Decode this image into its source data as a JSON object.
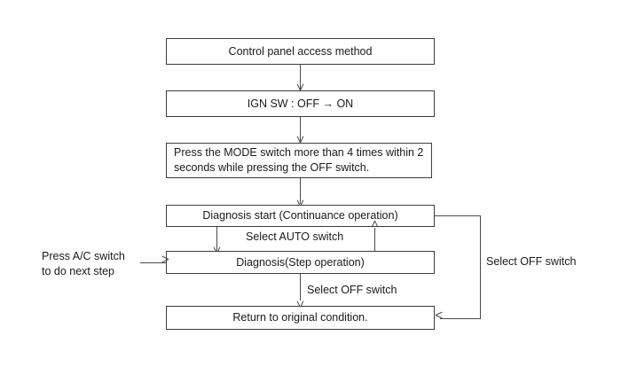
{
  "diagram": {
    "title": "Control panel access method flow",
    "background_color": "#ffffff",
    "line_color": "#4a4a4a",
    "box_border_color": "#3c3c3c",
    "text_color": "#1a1a1a",
    "nodes": [
      {
        "id": "control-panel-access-method",
        "label": "Control panel access method"
      },
      {
        "id": "ign-sw",
        "label": "IGN SW : OFF → ON"
      },
      {
        "id": "press-mode-switch",
        "label": "Press the MODE switch more than 4 times within 2 seconds while pressing the OFF switch."
      },
      {
        "id": "diagnosis-start",
        "label": "Diagnosis start (Continuance operation)"
      },
      {
        "id": "diagnosis-step",
        "label": "Diagnosis(Step operation)"
      },
      {
        "id": "return-original",
        "label": "Return to original condition."
      }
    ],
    "edge_labels": {
      "select_auto_switch": "Select AUTO switch",
      "select_off_switch_down": "Select OFF switch",
      "select_off_switch_loop": "Select OFF switch"
    },
    "notes": {
      "press_ac_switch": "Press A/C switch\nto do next step"
    }
  }
}
